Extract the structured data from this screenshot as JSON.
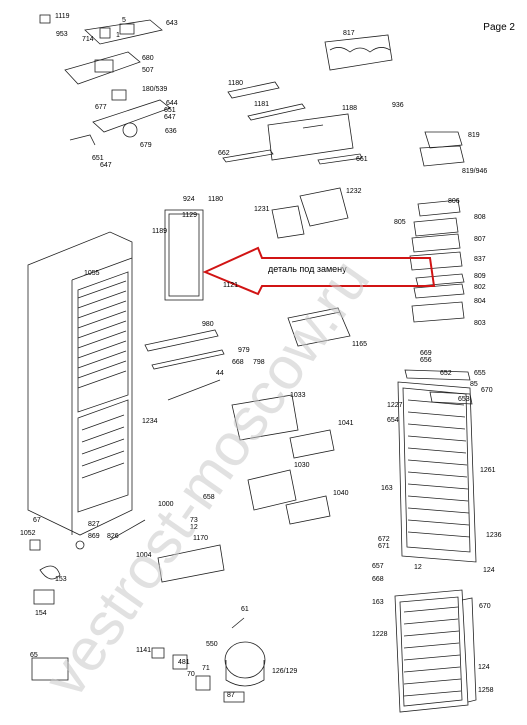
{
  "page_label": "Page 2",
  "callout_text": "деталь под замену",
  "watermark": "vestrost-moscow.ru",
  "part_labels": [
    "1119",
    "953",
    "714",
    "5",
    "643",
    "1",
    "680",
    "507",
    "180/539",
    "677",
    "644",
    "651",
    "647",
    "636",
    "679",
    "651",
    "647",
    "817",
    "1180",
    "1181",
    "1188",
    "936",
    "819",
    "819/946",
    "662",
    "661",
    "924",
    "1180",
    "1129",
    "1231",
    "1232",
    "806",
    "805",
    "808",
    "807",
    "837",
    "1189",
    "1055",
    "1121",
    "809",
    "802",
    "804",
    "803",
    "980",
    "1165",
    "979",
    "668",
    "798",
    "669",
    "656",
    "652",
    "655",
    "85",
    "670",
    "44",
    "1033",
    "1227",
    "653",
    "654",
    "1234",
    "1041",
    "1261",
    "1030",
    "1040",
    "163",
    "1000",
    "658",
    "73",
    "12",
    "827",
    "826",
    "1236",
    "124",
    "672",
    "671",
    "1052",
    "869",
    "1004",
    "1170",
    "657",
    "12",
    "668",
    "163",
    "670",
    "153",
    "1228",
    "154",
    "61",
    "124",
    "1141",
    "550",
    "481",
    "71",
    "126/129",
    "70",
    "87",
    "1258",
    "65",
    "67"
  ]
}
